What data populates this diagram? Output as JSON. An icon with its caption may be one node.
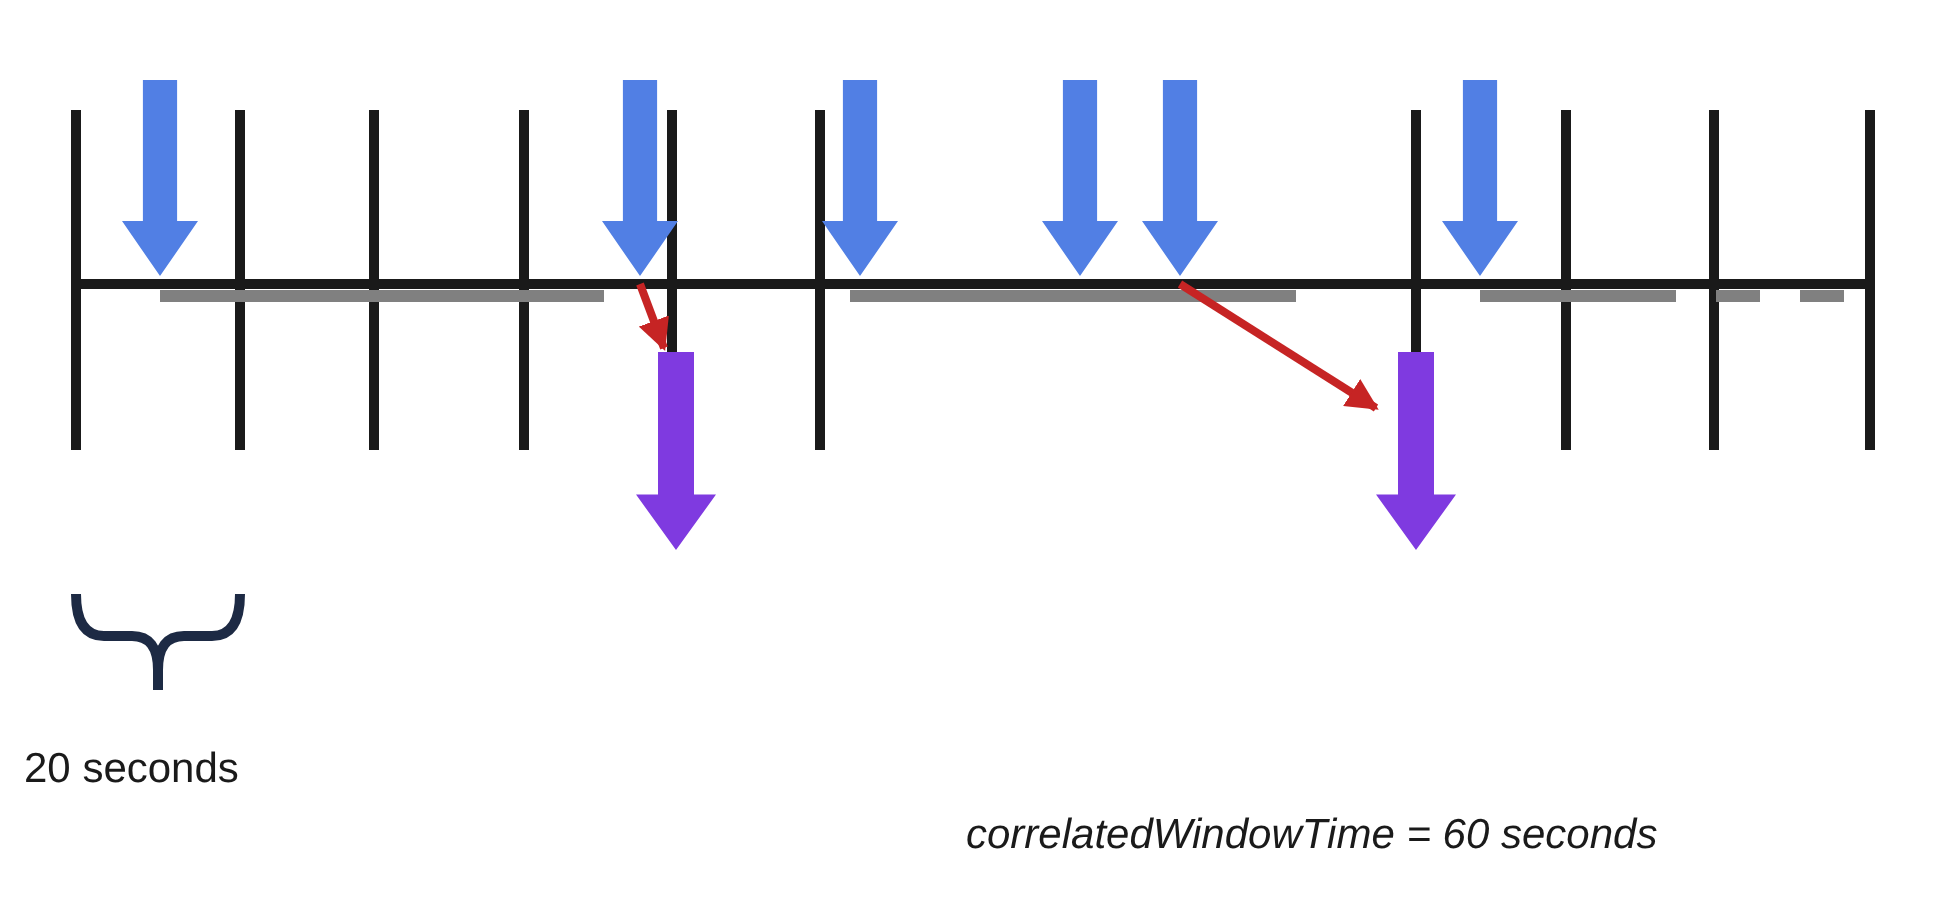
{
  "diagram": {
    "nodes": [
      {
        "text": [],
        "shape": "arrow"
      },
      {
        "text": [],
        "shape": "arrow"
      },
      {
        "text": [],
        "shape": "arrow"
      },
      {
        "text": [],
        "shape": "arrow"
      },
      {
        "text": [],
        "shape": "arrow"
      },
      {
        "text": [],
        "shape": "arrow"
      },
      {
        "text": [],
        "shape": "arrow"
      },
      {
        "text": [],
        "shape": "arrow"
      }
    ],
    "edges": [
      {
        "from": 1,
        "to": 6,
        "arrow": "to"
      },
      {
        "from": 4,
        "to": 7,
        "arrow": "to"
      }
    ],
    "labels": [
      "20 seconds",
      "correlatedWindowTime = 60 seconds"
    ]
  }
}
